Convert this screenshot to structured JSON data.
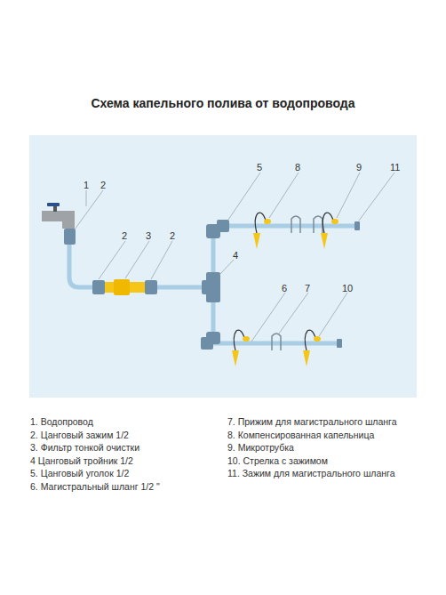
{
  "diagram": {
    "title": "Схема капельного полива от водопровода",
    "labels": [
      "1",
      "2",
      "2",
      "3",
      "2",
      "5",
      "8",
      "9",
      "11",
      "4",
      "6",
      "7",
      "10",
      "1. Водопровод",
      "2. Цанговый зажим 1/2",
      "3. Фильтр тонкой очистки",
      "4 Цанговый тройник 1/2",
      "5. Цанговый уголок 1/2",
      "6. Магистральный шланг 1/2 \"",
      "7. Прижим для магистрального шланга",
      "8. Компенсированная капельница",
      "9. Микротрубка",
      "10. Стрелка с зажимом",
      "11. Зажим для магистрального шланга"
    ]
  }
}
